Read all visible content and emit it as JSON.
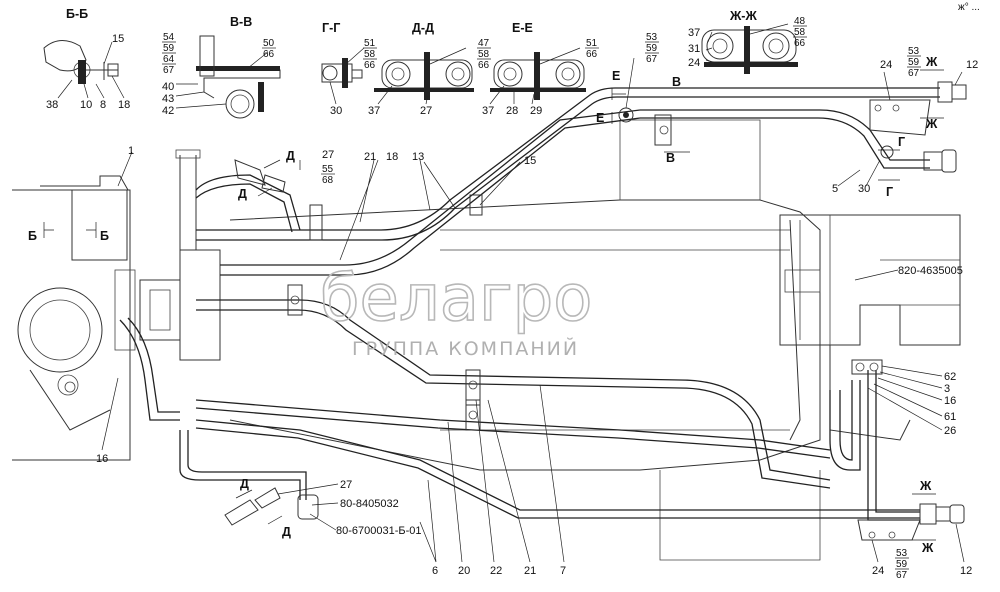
{
  "corner_mark": "ж° ...",
  "watermark": {
    "brand": "белагро",
    "subtitle": "ГРУППА КОМПАНИЙ"
  },
  "sections": {
    "bb": "Б-Б",
    "vv": "В-В",
    "gg": "Г-Г",
    "dd": "Д-Д",
    "ee": "Е-Е",
    "zhzh": "Ж-Ж"
  },
  "cut_marks": {
    "b_left": "Б",
    "b_right": "Б",
    "d_top": "Д",
    "d_mid": "Д",
    "d_low": "Д",
    "d_bot": "Д",
    "e_top": "Е",
    "e_bot": "Е",
    "v_top": "В",
    "v_bot": "В",
    "g_top": "Г",
    "g_bot": "Г",
    "zh_top1": "Ж",
    "zh_top2": "Ж",
    "zh_bot1": "Ж",
    "zh_bot2": "Ж"
  },
  "fractions": {
    "vv": [
      "54",
      "59",
      "64",
      "67"
    ],
    "vv_right": [
      "50",
      "66"
    ],
    "gg": [
      "51",
      "58",
      "66"
    ],
    "dd": [
      "47",
      "58",
      "66"
    ],
    "ee": [
      "51",
      "66"
    ],
    "zhzh": [
      "48",
      "58",
      "66"
    ],
    "e_top": [
      "53",
      "59",
      "67"
    ],
    "right_top": [
      "53",
      "59",
      "67"
    ],
    "d_top": [
      "55",
      "68"
    ],
    "bottom_right": [
      "53",
      "59",
      "67"
    ]
  },
  "labels": {
    "bb_15": "15",
    "bb_38": "38",
    "bb_10": "10",
    "bb_8": "8",
    "bb_18": "18",
    "vv_40": "40",
    "vv_43": "43",
    "vv_42": "42",
    "gg_30": "30",
    "dd_37": "37",
    "dd_27": "27",
    "ee_37": "37",
    "ee_28": "28",
    "ee_29": "29",
    "zh_37": "37",
    "zh_31": "31",
    "zh_24": "24",
    "n1": "1",
    "n18": "18",
    "n21_top": "21",
    "n13": "13",
    "n15": "15",
    "n27_top": "27",
    "n24_top": "24",
    "n12_top": "12",
    "n5": "5",
    "n30": "30",
    "part_820": "820-4635005",
    "n62": "62",
    "n3": "3",
    "n16_right": "16",
    "n61": "61",
    "n26": "26",
    "n16_left": "16",
    "n27_bot": "27",
    "part_8405032": "80-8405032",
    "part_6700031": "80-6700031-Б-01",
    "n6": "6",
    "n20": "20",
    "n22": "22",
    "n21_bot": "21",
    "n7": "7",
    "n24_bot": "24",
    "n12_bot": "12"
  }
}
